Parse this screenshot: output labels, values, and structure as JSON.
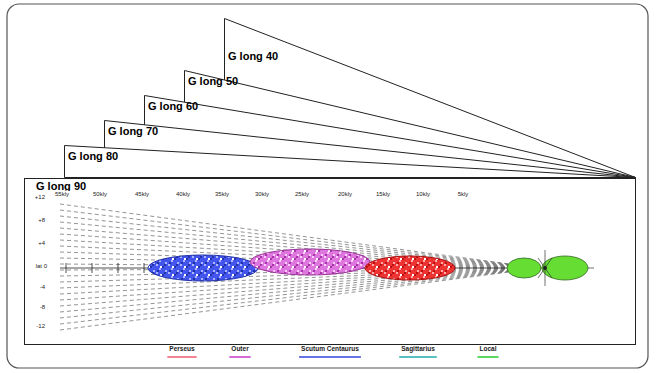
{
  "diagram": {
    "nodes": [
      {
        "text": [
          "G long 40"
        ]
      },
      {
        "text": [
          "G long 50"
        ]
      },
      {
        "text": [
          "G long 60"
        ]
      },
      {
        "text": [
          "G long 70"
        ]
      },
      {
        "text": [
          "G long 80"
        ]
      },
      {
        "text": [
          "G long 90"
        ]
      }
    ],
    "labels": [
      "+12",
      "+8",
      "+4",
      "lat 0",
      "-4",
      "-8",
      "-12",
      "55kly",
      "50kly",
      "45kly",
      "40kly",
      "35kly",
      "30kly",
      "25kly",
      "20kly",
      "15kly",
      "10kly",
      "5kly"
    ],
    "legend": [
      {
        "text": "Perseus"
      },
      {
        "text": "Outer"
      },
      {
        "text": "Scutum Centaurus"
      },
      {
        "text": "Sagittarius"
      },
      {
        "text": "Local"
      }
    ]
  }
}
